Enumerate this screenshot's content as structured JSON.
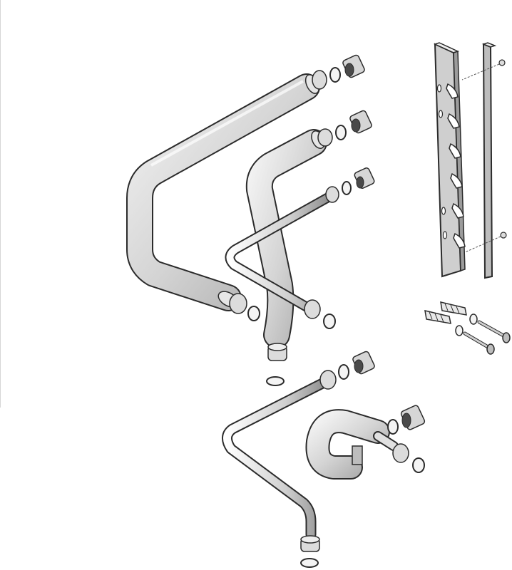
{
  "diagram": {
    "kind": "exploded-view",
    "has_text_labels": false,
    "colors": {
      "pipe_fill": "#d9d9d9",
      "outline": "#2b2b2b",
      "ring_fill": "#f4f4f4",
      "fitting_fill": "#e6e6e6",
      "dark_fill": "#4a4a4a",
      "rail_fill": "#cfcfcf"
    },
    "parts": [
      {
        "name": "insulated-u-pipe",
        "icon": "u-bend-pipe-icon"
      },
      {
        "name": "insulated-angled-pipe",
        "icon": "angled-pipe-icon"
      },
      {
        "name": "thin-angled-pipe",
        "icon": "thin-pipe-icon"
      },
      {
        "name": "thin-long-pipe",
        "icon": "long-pipe-icon"
      },
      {
        "name": "siphon-trap",
        "icon": "trap-icon"
      },
      {
        "name": "mounting-rail",
        "icon": "rail-icon"
      },
      {
        "name": "wall-plugs-and-screws",
        "icon": "screw-icon"
      }
    ]
  }
}
